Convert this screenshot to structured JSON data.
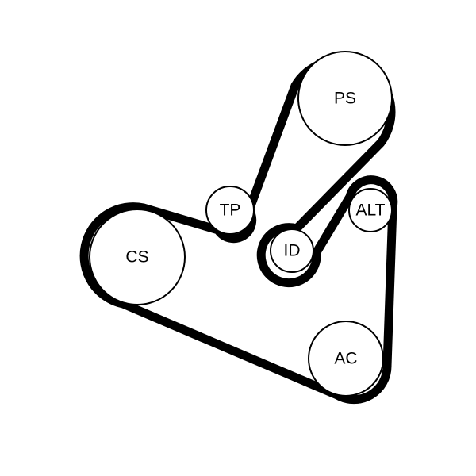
{
  "diagram": {
    "pulleys": [
      {
        "id": "ps",
        "label": "PS"
      },
      {
        "id": "tp",
        "label": "TP"
      },
      {
        "id": "alt",
        "label": "ALT"
      },
      {
        "id": "id",
        "label": "ID"
      },
      {
        "id": "cs",
        "label": "CS"
      },
      {
        "id": "ac",
        "label": "AC"
      }
    ]
  }
}
